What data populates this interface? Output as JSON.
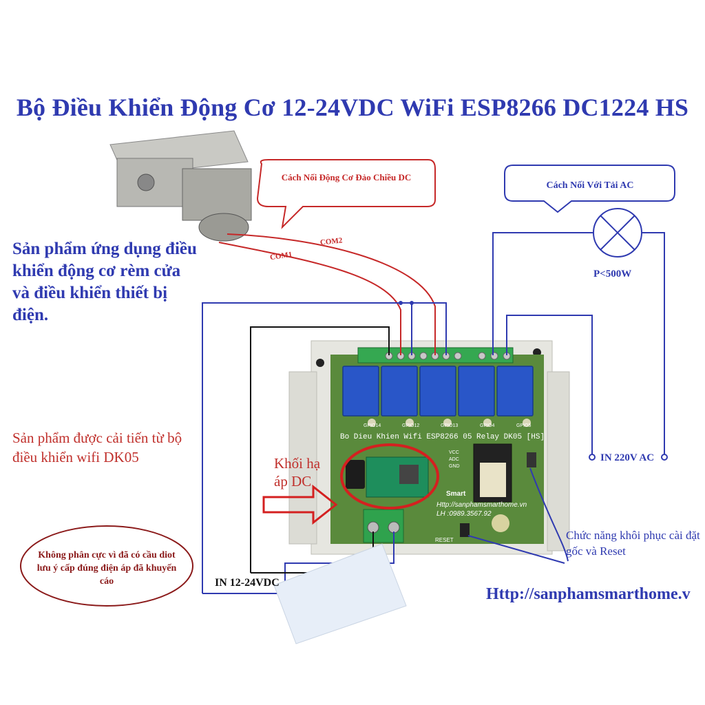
{
  "title": "Bộ Điều Khiển Động Cơ 12-24VDC WiFi ESP8266 DC1224 HS",
  "callouts": {
    "motor_wiring": "Cách Nối Động Cơ Đảo Chiều DC",
    "ac_wiring": "Cách Nối Với Tải AC",
    "no_polarity": "Không phân cực vì đã có cầu diot lưu ý cấp đúng điện áp đã khuyến cáo"
  },
  "application_text": "Sản phẩm ứng dụng điều khiển động cơ rèm cửa và điều khiển thiết bị điện.",
  "improved_text": "Sản phẩm được cải tiến từ bộ điều khiển wifi DK05",
  "buck_label": "Khối hạ áp DC",
  "reset_text": "Chức năng khôi phục cài đặt gốc và Reset",
  "wire_labels": {
    "com1": "COM1",
    "com2": "COM2"
  },
  "power_label": "P<500W",
  "ac_input": "IN 220V AC",
  "dc_input": "IN 12-24VDC",
  "url": "Http://sanphamsmarthome.v",
  "board": {
    "silk_title": "Bo Dieu Khien Wifi ESP8266 05 Relay DK05 [HS]",
    "gpio_labels": [
      "GPIO14",
      "GPIO12",
      "GPIO13",
      "GPIO4",
      "GPIO5"
    ],
    "pins": [
      "VCC",
      "ADC",
      "GND"
    ],
    "web": "Http://sanphamsmarthome.vn",
    "phone": "LH :0989.3567.92",
    "reset": "RESET",
    "brand": "Smart"
  },
  "colors": {
    "title_blue": "#2f3ab0",
    "wire_red": "#c62828",
    "wire_blue": "#2f3ab0",
    "board_green": "#5a8a3c",
    "relay_blue": "#2956c8"
  }
}
